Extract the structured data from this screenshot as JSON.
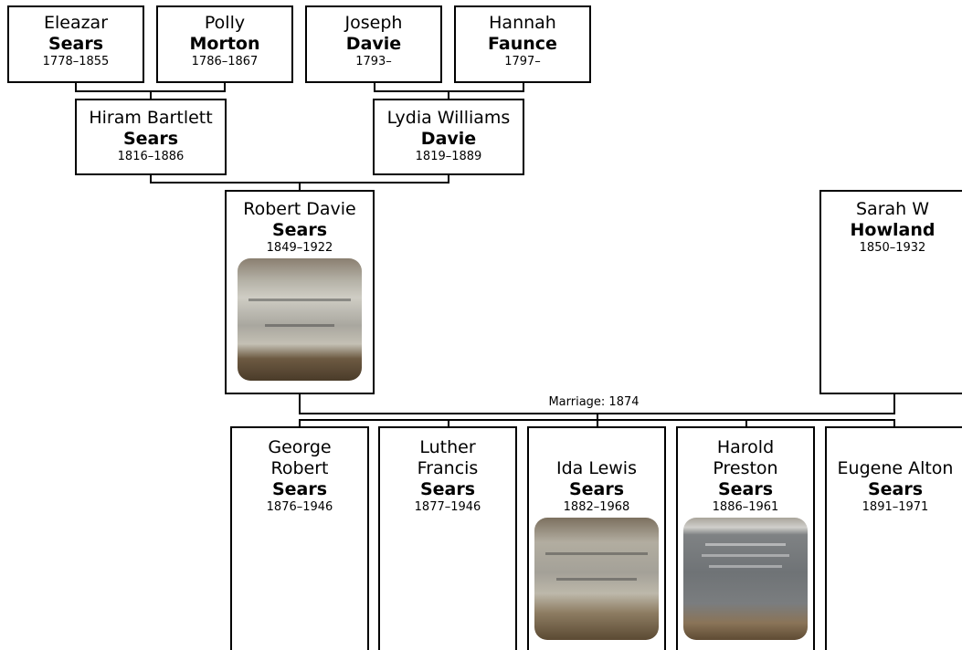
{
  "people": {
    "eleazar": {
      "given": "Eleazar",
      "surname": "Sears",
      "dates": "1778–1855"
    },
    "polly": {
      "given": "Polly",
      "surname": "Morton",
      "dates": "1786–1867"
    },
    "joseph": {
      "given": "Joseph",
      "surname": "Davie",
      "dates": "1793–"
    },
    "hannah": {
      "given": "Hannah",
      "surname": "Faunce",
      "dates": "1797–"
    },
    "hiram": {
      "given": "Hiram Bartlett",
      "surname": "Sears",
      "dates": "1816–1886"
    },
    "lydia": {
      "given": "Lydia Williams",
      "surname": "Davie",
      "dates": "1819–1889"
    },
    "robert": {
      "given": "Robert Davie",
      "surname": "Sears",
      "dates": "1849–1922"
    },
    "sarah": {
      "given": "Sarah W",
      "surname": "Howland",
      "dates": "1850–1932"
    },
    "george": {
      "given": "George Robert",
      "surname": "Sears",
      "dates": "1876–1946"
    },
    "luther": {
      "given": "Luther Francis",
      "surname": "Sears",
      "dates": "1877–1946"
    },
    "ida": {
      "given": "Ida Lewis",
      "surname": "Sears",
      "dates": "1882–1968"
    },
    "harold": {
      "given": "Harold Preston",
      "surname": "Sears",
      "dates": "1886–1961"
    },
    "eugene": {
      "given": "Eugene Alton",
      "surname": "Sears",
      "dates": "1891–1971"
    }
  },
  "marriage": {
    "label": "Marriage: 1874"
  },
  "colors": {
    "line": "#000000",
    "card_border": "#000000",
    "background": "#ffffff"
  }
}
